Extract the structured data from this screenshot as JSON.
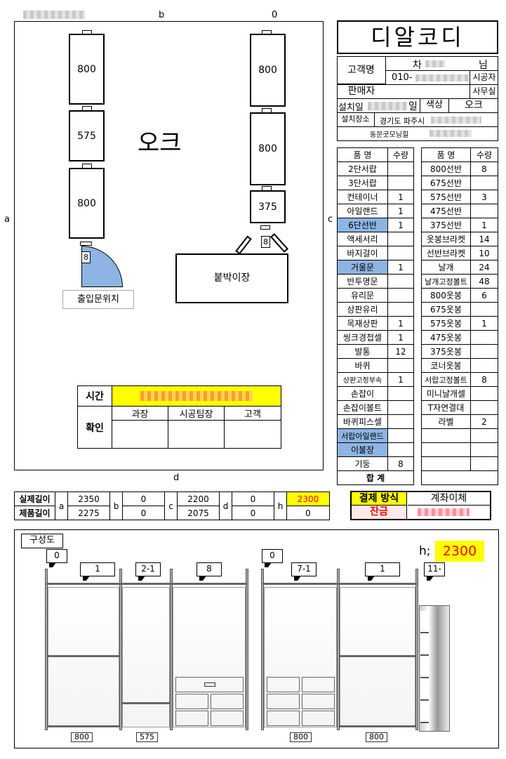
{
  "plan": {
    "label_b": "b",
    "label_zero": "0",
    "label_a": "a",
    "label_c": "c",
    "label_d": "d",
    "color_text": "오크",
    "left_units": [
      "800",
      "575",
      "800"
    ],
    "right_units": [
      "800",
      "800",
      "375"
    ],
    "door_tag": "8",
    "corner_tag": "8",
    "door_label": "출입문위치",
    "built_in": "붙박이장"
  },
  "confirm": {
    "time_label": "시간",
    "confirm_label": "확인",
    "cols": [
      "과장",
      "시공팀장",
      "고객"
    ]
  },
  "header": {
    "brand": "디알코디",
    "customer_label": "고객명",
    "customer_name": "차",
    "customer_suffix": "님",
    "phone_prefix": "010-",
    "installer": "시공자",
    "seller_label": "판매자",
    "office": "사무실",
    "install_date_label": "설치일",
    "date_suffix": "일",
    "color_label": "색상",
    "color_value": "오크",
    "place_label": "설치장소",
    "place_value": "경기도 파주시",
    "extra": "동문굿모닝힐"
  },
  "items": {
    "head_name": "품 명",
    "head_qty": "수량",
    "left": [
      {
        "name": "2단서랍",
        "qty": ""
      },
      {
        "name": "3단서랍",
        "qty": ""
      },
      {
        "name": "컨테이너",
        "qty": "1"
      },
      {
        "name": "아일랜드",
        "qty": "1"
      },
      {
        "name": "6단선반",
        "qty": "1",
        "hl": true
      },
      {
        "name": "액세서리",
        "qty": ""
      },
      {
        "name": "바지걸이",
        "qty": ""
      },
      {
        "name": "거울문",
        "qty": "1",
        "hl": true
      },
      {
        "name": "반투명문",
        "qty": ""
      },
      {
        "name": "유리문",
        "qty": ""
      },
      {
        "name": "상판유리",
        "qty": ""
      },
      {
        "name": "목재상판",
        "qty": "1"
      },
      {
        "name": "씽크경첩셀",
        "qty": "1"
      },
      {
        "name": "발통",
        "qty": "12"
      },
      {
        "name": "바퀴",
        "qty": ""
      },
      {
        "name": "상판고정부속",
        "qty": "1"
      },
      {
        "name": "손잡이",
        "qty": ""
      },
      {
        "name": "손잡이볼트",
        "qty": ""
      },
      {
        "name": "바퀴피스셀",
        "qty": ""
      },
      {
        "name": "서랍아일랜드",
        "qty": "",
        "hl": true
      },
      {
        "name": "이불장",
        "qty": "",
        "hl": true
      },
      {
        "name": "기둥",
        "qty": "8"
      }
    ],
    "right": [
      {
        "name": "800선반",
        "qty": "8"
      },
      {
        "name": "675선반",
        "qty": ""
      },
      {
        "name": "575선반",
        "qty": "3"
      },
      {
        "name": "475선반",
        "qty": ""
      },
      {
        "name": "375선반",
        "qty": "1"
      },
      {
        "name": "옷봉브라켓",
        "qty": "14"
      },
      {
        "name": "선반브라켓",
        "qty": "10"
      },
      {
        "name": "날개",
        "qty": "24"
      },
      {
        "name": "날개고정볼트",
        "qty": "48"
      },
      {
        "name": "800옷봉",
        "qty": "6"
      },
      {
        "name": "675옷봉",
        "qty": ""
      },
      {
        "name": "575옷봉",
        "qty": "1"
      },
      {
        "name": "475옷봉",
        "qty": ""
      },
      {
        "name": "375옷봉",
        "qty": ""
      },
      {
        "name": "코너옷봉",
        "qty": ""
      },
      {
        "name": "서랍고정볼트",
        "qty": "8"
      },
      {
        "name": "미니날개셀",
        "qty": ""
      },
      {
        "name": "T자연결대",
        "qty": ""
      },
      {
        "name": "라벨",
        "qty": "2"
      },
      {
        "name": "",
        "qty": ""
      },
      {
        "name": "",
        "qty": ""
      },
      {
        "name": "",
        "qty": ""
      }
    ],
    "total_label": "합 계"
  },
  "dims": {
    "actual_label": "실제길이",
    "product_label": "제품길이",
    "a": "a",
    "b": "b",
    "c": "c",
    "d": "d",
    "h": "h",
    "actual": {
      "a": "2350",
      "b": "0",
      "c": "2200",
      "d": "0",
      "h": "2300"
    },
    "product": {
      "a": "2275",
      "b": "0",
      "c": "2075",
      "d": "0",
      "h": "0"
    }
  },
  "payment": {
    "label": "결제 방식",
    "method": "계좌이체",
    "balance_label": "잔금"
  },
  "composition": {
    "title": "구성도",
    "h_label": "h;",
    "h_value": "2300",
    "tags": [
      "0",
      "1",
      "2-1",
      "8",
      "0",
      "7-1",
      "1",
      "11-"
    ],
    "widths": [
      "800",
      "575",
      "800",
      "800"
    ]
  },
  "colors": {
    "highlight": "#8db4e2",
    "yellow": "#ffff00",
    "red": "#ff0000",
    "payment_bg": "#ffff00",
    "balance_bg": "#fde9e9"
  }
}
